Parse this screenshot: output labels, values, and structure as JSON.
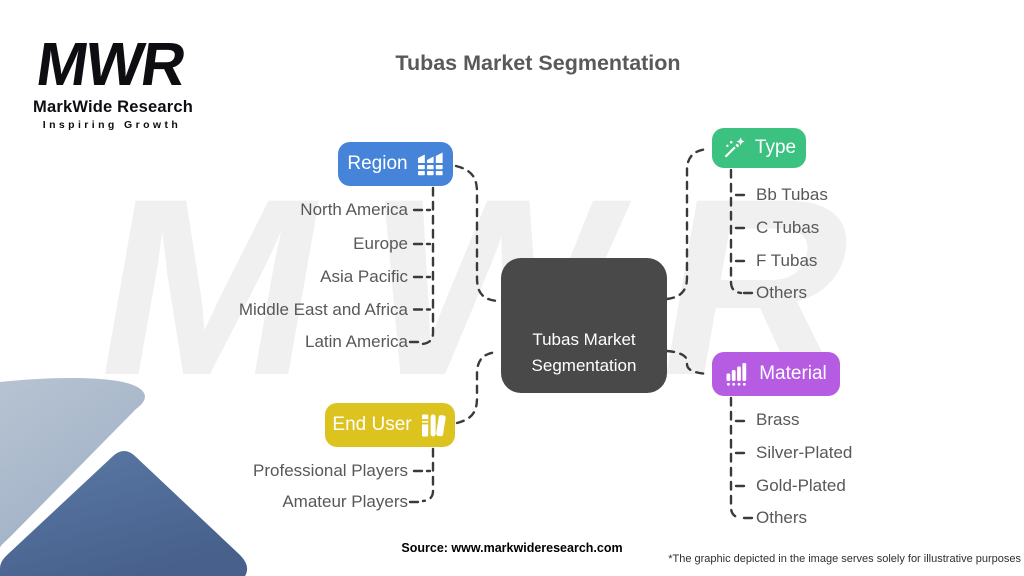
{
  "title": "Tubas Market Segmentation",
  "logo": {
    "acronym": "MWR",
    "name": "MarkWide Research",
    "tagline": "Inspiring Growth"
  },
  "watermark": "MWR",
  "center_node": {
    "line1": "Tubas Market",
    "line2": "Segmentation"
  },
  "branches": {
    "region": {
      "label": "Region",
      "color": "#4584d9",
      "icon": "map-grid-icon",
      "items": [
        "North America",
        "Europe",
        "Asia Pacific",
        "Middle East and Africa",
        "Latin America"
      ]
    },
    "type": {
      "label": "Type",
      "color": "#3bc180",
      "icon": "magic-wand-icon",
      "items": [
        "Bb Tubas",
        "C Tubas",
        "F Tubas",
        "Others"
      ]
    },
    "end_user": {
      "label": "End User",
      "color": "#ddc320",
      "icon": "library-books-icon",
      "items": [
        "Professional Players",
        "Amateur Players"
      ]
    },
    "material": {
      "label": "Material",
      "color": "#b65ce3",
      "icon": "bar-chart-icon",
      "items": [
        "Brass",
        "Silver-Plated",
        "Gold-Plated",
        "Others"
      ]
    }
  },
  "footer": {
    "source": "Source: www.markwideresearch.com",
    "disclaimer": "*The graphic depicted in the image serves solely for illustrative purposes"
  },
  "colors": {
    "center_node_bg": "#494949",
    "connector": "#3a3a3a",
    "label_text": "#57585a",
    "title_text": "#595959",
    "corner_shape_light": "#aebdce",
    "corner_shape_dark": "#53709d"
  }
}
